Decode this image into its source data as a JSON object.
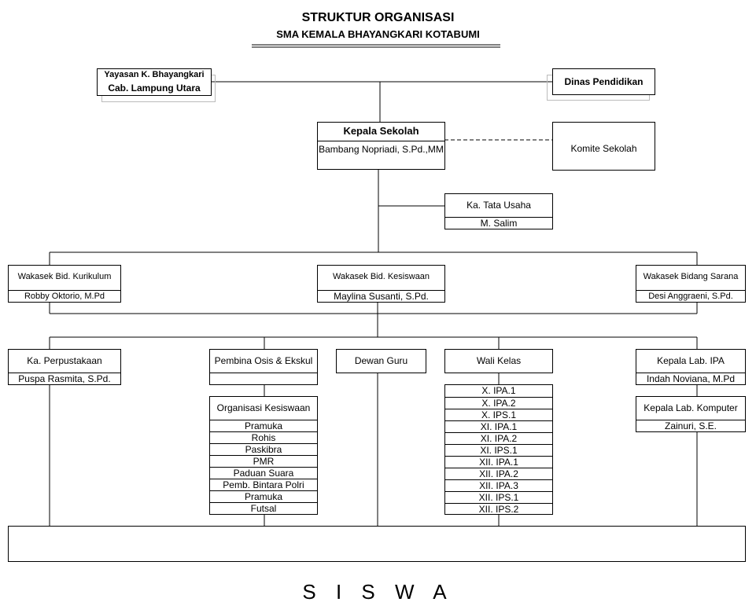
{
  "header": {
    "title": "STRUKTUR ORGANISASI",
    "subtitle": "SMA KEMALA BHAYANGKARI KOTABUMI"
  },
  "yayasan": {
    "line1": "Yayasan K. Bhayangkari",
    "line2": "Cab. Lampung Utara"
  },
  "dinas": {
    "label": "Dinas Pendidikan"
  },
  "kepala_sekolah": {
    "title": "Kepala Sekolah",
    "name": "Bambang Nopriadi, S.Pd.,MM"
  },
  "komite": {
    "label": "Komite Sekolah"
  },
  "tata_usaha": {
    "title": "Ka. Tata Usaha",
    "name": "M. Salim"
  },
  "wakasek_kurikulum": {
    "title": "Wakasek Bid. Kurikulum",
    "name": "Robby Oktorio, M.Pd"
  },
  "wakasek_kesiswaan": {
    "title": "Wakasek Bid. Kesiswaan",
    "name": "Maylina Susanti, S.Pd."
  },
  "wakasek_sarana": {
    "title": "Wakasek Bidang Sarana",
    "name": "Desi Anggraeni, S.Pd."
  },
  "perpustakaan": {
    "title": "Ka. Perpustakaan",
    "name": "Puspa Rasmita, S.Pd."
  },
  "pembina_osis": {
    "title": "Pembina Osis & Ekskul"
  },
  "dewan_guru": {
    "label": "Dewan Guru"
  },
  "wali_kelas": {
    "title": "Wali Kelas",
    "classes": [
      "X. IPA.1",
      "X. IPA.2",
      "X. IPS.1",
      "XI. IPA.1",
      "XI. IPA.2",
      "XI. IPS.1",
      "XII. IPA.1",
      "XII. IPA.2",
      "XII. IPA.3",
      "XII. IPS.1",
      "XII. IPS.2"
    ]
  },
  "lab_ipa": {
    "title": "Kepala Lab. IPA",
    "name": "Indah Noviana, M.Pd"
  },
  "lab_komputer": {
    "title": "Kepala Lab. Komputer",
    "name": "Zainuri, S.E."
  },
  "organisasi": {
    "title": "Organisasi Kesiswaan",
    "items": [
      "Pramuka",
      "Rohis",
      "Paskibra",
      "PMR",
      "Paduan Suara",
      "Pemb. Bintara Polri",
      "Pramuka",
      "Futsal"
    ]
  },
  "footer": {
    "label": "S I S W A"
  }
}
